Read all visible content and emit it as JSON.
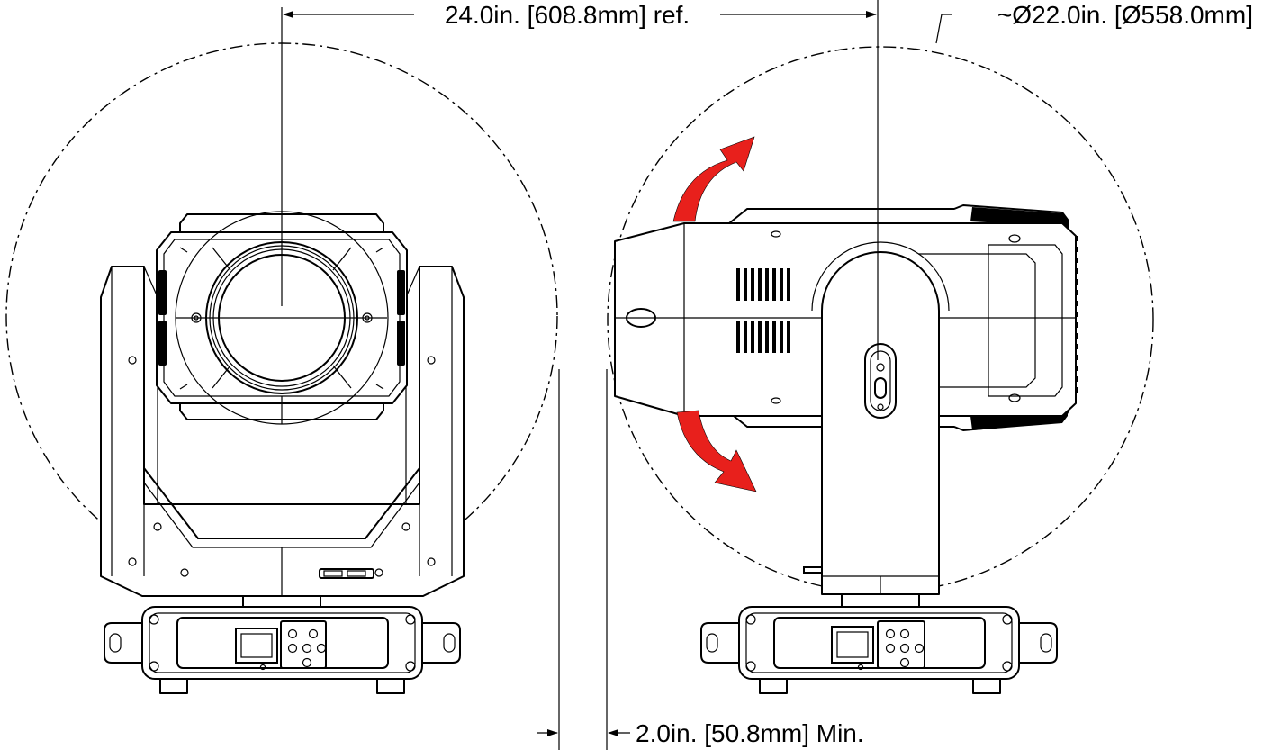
{
  "dimensions": {
    "width_ref": "24.0in. [608.8mm] ref.",
    "diameter": "~Ø22.0in. [Ø558.0mm]",
    "clearance_min": "2.0in. [50.8mm] Min."
  },
  "colors": {
    "line": "#000000",
    "background": "#ffffff",
    "tilt_arrow": "#e8201c"
  },
  "views": [
    "front-view",
    "side-view"
  ]
}
